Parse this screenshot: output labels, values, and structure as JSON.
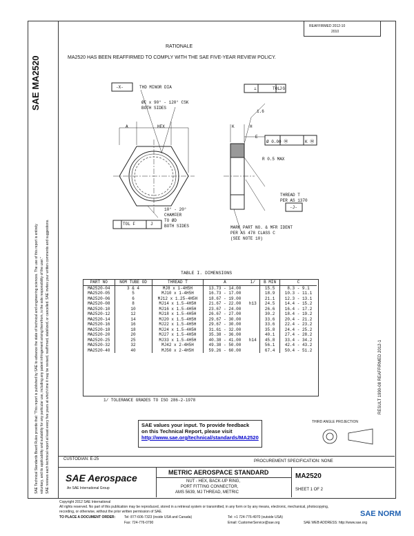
{
  "header": {
    "reaffirmed": "REAFFIRMED  2012-10",
    "date": "2010",
    "rationale_title": "RATIONALE",
    "rationale_text": "MA2520 HAS BEEN REAFFIRMED TO COMPLY WITH THE SAE FIVE-YEAR REVIEW POLICY."
  },
  "side": {
    "logo": "SAE MA2520",
    "legal_line1": "SAE Technical Standards Board Rules provide that: \"This report is published by SAE to advance the state of technical and engineering sciences. The use of this report is entirely",
    "legal_line2": "voluntary, and its applicability and suitability for any particular use, including any patent infringement arising therefrom, is the sole responsibility of the user.\"",
    "legal_line3": "SAE reviews each technical report at least every five years at which time it may be revised, reaffirmed, stabilized, or cancelled. SAE invites your written comments and suggestions.",
    "vertical_right": "RESULT 1990-08   REAFFIRMED 2012-1"
  },
  "drawing": {
    "x_box": "-X-",
    "thd_minor": "THD MINOR DIA",
    "csk": "ØC x 90° - 120° CSK",
    "both_sides": "BOTH SIDES",
    "label_a": "A",
    "label_hex": "HEX",
    "label_k": "K",
    "label_h": "H",
    "label_e": "E",
    "tol_g": "TOL G",
    "perp": "⊥",
    "j1": "J",
    "dim16": "1.6",
    "pos": "Ø 0.00 Ⓜ",
    "km": "K Ⓜ",
    "r05": "R 0.5 MAX",
    "thread_t": "THREAD T",
    "per_as": "PER AS 1370",
    "j_box": "-J-",
    "chamfer1": "10° - 20°",
    "chamfer2": "CHAMFER",
    "chamfer3": "TO ØD",
    "chamfer4": "BOTH SIDES",
    "tol_f": "TOL F",
    "j2": "J",
    "mark1": "MARK PART NO. & MFR IDENT",
    "mark2": "PER AS 478 CLASS C",
    "mark3": "(SEE NOTE 10)"
  },
  "table": {
    "title": "TABLE I. DIMENSIONS",
    "headers": [
      "PART NO",
      "NOM TUBE OD",
      "THREAD T",
      "A",
      "1/",
      "B MIN",
      "C"
    ],
    "groups": [
      [
        [
          "MA2520-04",
          "3 & 4",
          "MJ8 x 1-4H5H",
          "13.73 - 14.00",
          "",
          "15.5",
          "8.3 - 9.1"
        ]
      ],
      [
        [
          "MA2520-05",
          "5",
          "MJ10 x 1-4H5H",
          "16.73 - 17.00",
          "",
          "18.9",
          "10.3 - 11.1"
        ],
        [
          "MA2520-06",
          "6",
          "MJ12 x 1.25-4H5H",
          "18.67 - 19.00",
          "",
          "21.1",
          "12.3 - 13.1"
        ],
        [
          "MA2520-08",
          "8",
          "MJ14 x 1.5-4H5H",
          "21.67 - 22.00",
          "h13",
          "24.5",
          "14.4 - 15.2"
        ],
        [
          "MA2520-10",
          "10",
          "MJ16 x 1.5-4H5H",
          "23.67 - 24.00",
          "",
          "26.6",
          "16.4 - 17.2"
        ]
      ],
      [
        [
          "MA2520-12",
          "12",
          "MJ18 x 1.5-4H5H",
          "26.67 - 27.00",
          "",
          "30.2",
          "18.4 - 19.2"
        ],
        [
          "MA2520-14",
          "14",
          "MJ20 x 1.5-4H5H",
          "29.67 - 30.00",
          "",
          "33.6",
          "20.4 - 21.2"
        ],
        [
          "MA2520-16",
          "16",
          "MJ22 x 1.5-4H5H",
          "29.67 - 30.00",
          "",
          "33.6",
          "22.4 - 23.2"
        ],
        [
          "MA2520-18",
          "18",
          "MJ24 x 1.5-4H5H",
          "31.61 - 32.00",
          "",
          "35.8",
          "24.4 - 25.2"
        ]
      ],
      [
        [
          "MA2520-20",
          "20",
          "MJ27 x 1.5-4H5H",
          "35.38 - 36.00",
          "",
          "40.1",
          "27.4 - 28.2"
        ],
        [
          "MA2520-25",
          "25",
          "MJ33 x 1.5-4H5H",
          "40.38 - 41.00",
          "h14",
          "45.8",
          "33.4 - 34.2"
        ],
        [
          "MA2520-32",
          "32",
          "MJ42 x 2-4H5H",
          "49.38 - 50.00",
          "",
          "56.1",
          "42.4 - 43.2"
        ],
        [
          "MA2520-40",
          "40",
          "MJ50 x 2-4H5H",
          "59.26 - 60.00",
          "",
          "67.4",
          "50.4 - 51.2"
        ]
      ]
    ],
    "footnote": "1/  TOLERANCE GRADES TO ISO 286-2-1978"
  },
  "feedback": {
    "line1": "SAE values your input. To provide feedback",
    "line2": "on this Technical Report, please visit",
    "link": "http://www.sae.org/technical/standards/MA2520"
  },
  "title_block": {
    "third_angle": "THIRD ANGLE PROJECTION",
    "custodian": "CUSTODIAN: E-25",
    "procurement": "PROCUREMENT SPECIFICATION: NONE",
    "brand": "SAE Aerospace",
    "brand_sub": "An SAE International Group",
    "std_title": "METRIC AEROSPACE STANDARD",
    "desc1": "NUT - HEX, BACK-UP RING,",
    "desc2": "PORT FITTING CONNECTOR,",
    "desc3": "AMS 5639, MJ THREAD, METRIC",
    "doc_no": "MA2520",
    "sheet": "SHEET 1 OF 2"
  },
  "footer": {
    "copyright": "Copyright 2012 SAE International",
    "rights": "All rights reserved. No part of this publication may be reproduced, stored in a retrieval system or transmitted, in any form or by any means, electronic, mechanical, photocopying,",
    "rights2": "recording, or otherwise, without the prior written permission of SAE.",
    "order": "TO PLACE A DOCUMENT ORDER:",
    "tel": "Tel: 877-606-7323 (inside USA and Canada)",
    "tel2": "Tel: +1 724-776-4970 (outside USA)",
    "fax": "Fax: 724-776-0790",
    "email": "Email: CustomerService@sae.org",
    "web": "SAE WEB ADDRESS: http://www.sae.org",
    "watermark": "SAE NORM"
  }
}
